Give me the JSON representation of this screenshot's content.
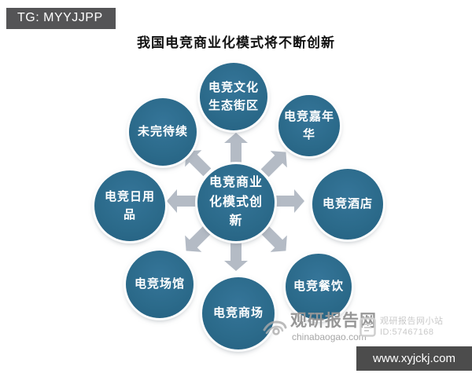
{
  "badge": {
    "label": "TG: MYYJJPP"
  },
  "title": "我国电竞商业化模式将不断创新",
  "diagram": {
    "type": "hub-and-spokes",
    "center": {
      "label": "电竞商业\n化模式创\n新"
    },
    "nodes": [
      {
        "id": "top",
        "label": "电竞文化\n生态街区"
      },
      {
        "id": "top-right",
        "label": "电竞嘉年\n华"
      },
      {
        "id": "right",
        "label": "电竞酒店"
      },
      {
        "id": "bottom-right",
        "label": "电竞餐饮"
      },
      {
        "id": "bottom",
        "label": "电竞商场"
      },
      {
        "id": "bottom-left",
        "label": "电竞场馆"
      },
      {
        "id": "left",
        "label": "电竞日用\n品"
      },
      {
        "id": "top-left",
        "label": "未完待续"
      }
    ],
    "colors": {
      "circle_fill": "#2b6a8a",
      "circle_ring": "#ffffff",
      "arrow": "#b4bbc5",
      "label_text": "#ffffff"
    }
  },
  "watermark": {
    "site_name": "观研报告网",
    "site_url": "chinabaogao.com",
    "station_name": "观研报告网小站",
    "station_id": "ID:57467168"
  },
  "footer": {
    "url": "www.xyjckj.com"
  }
}
